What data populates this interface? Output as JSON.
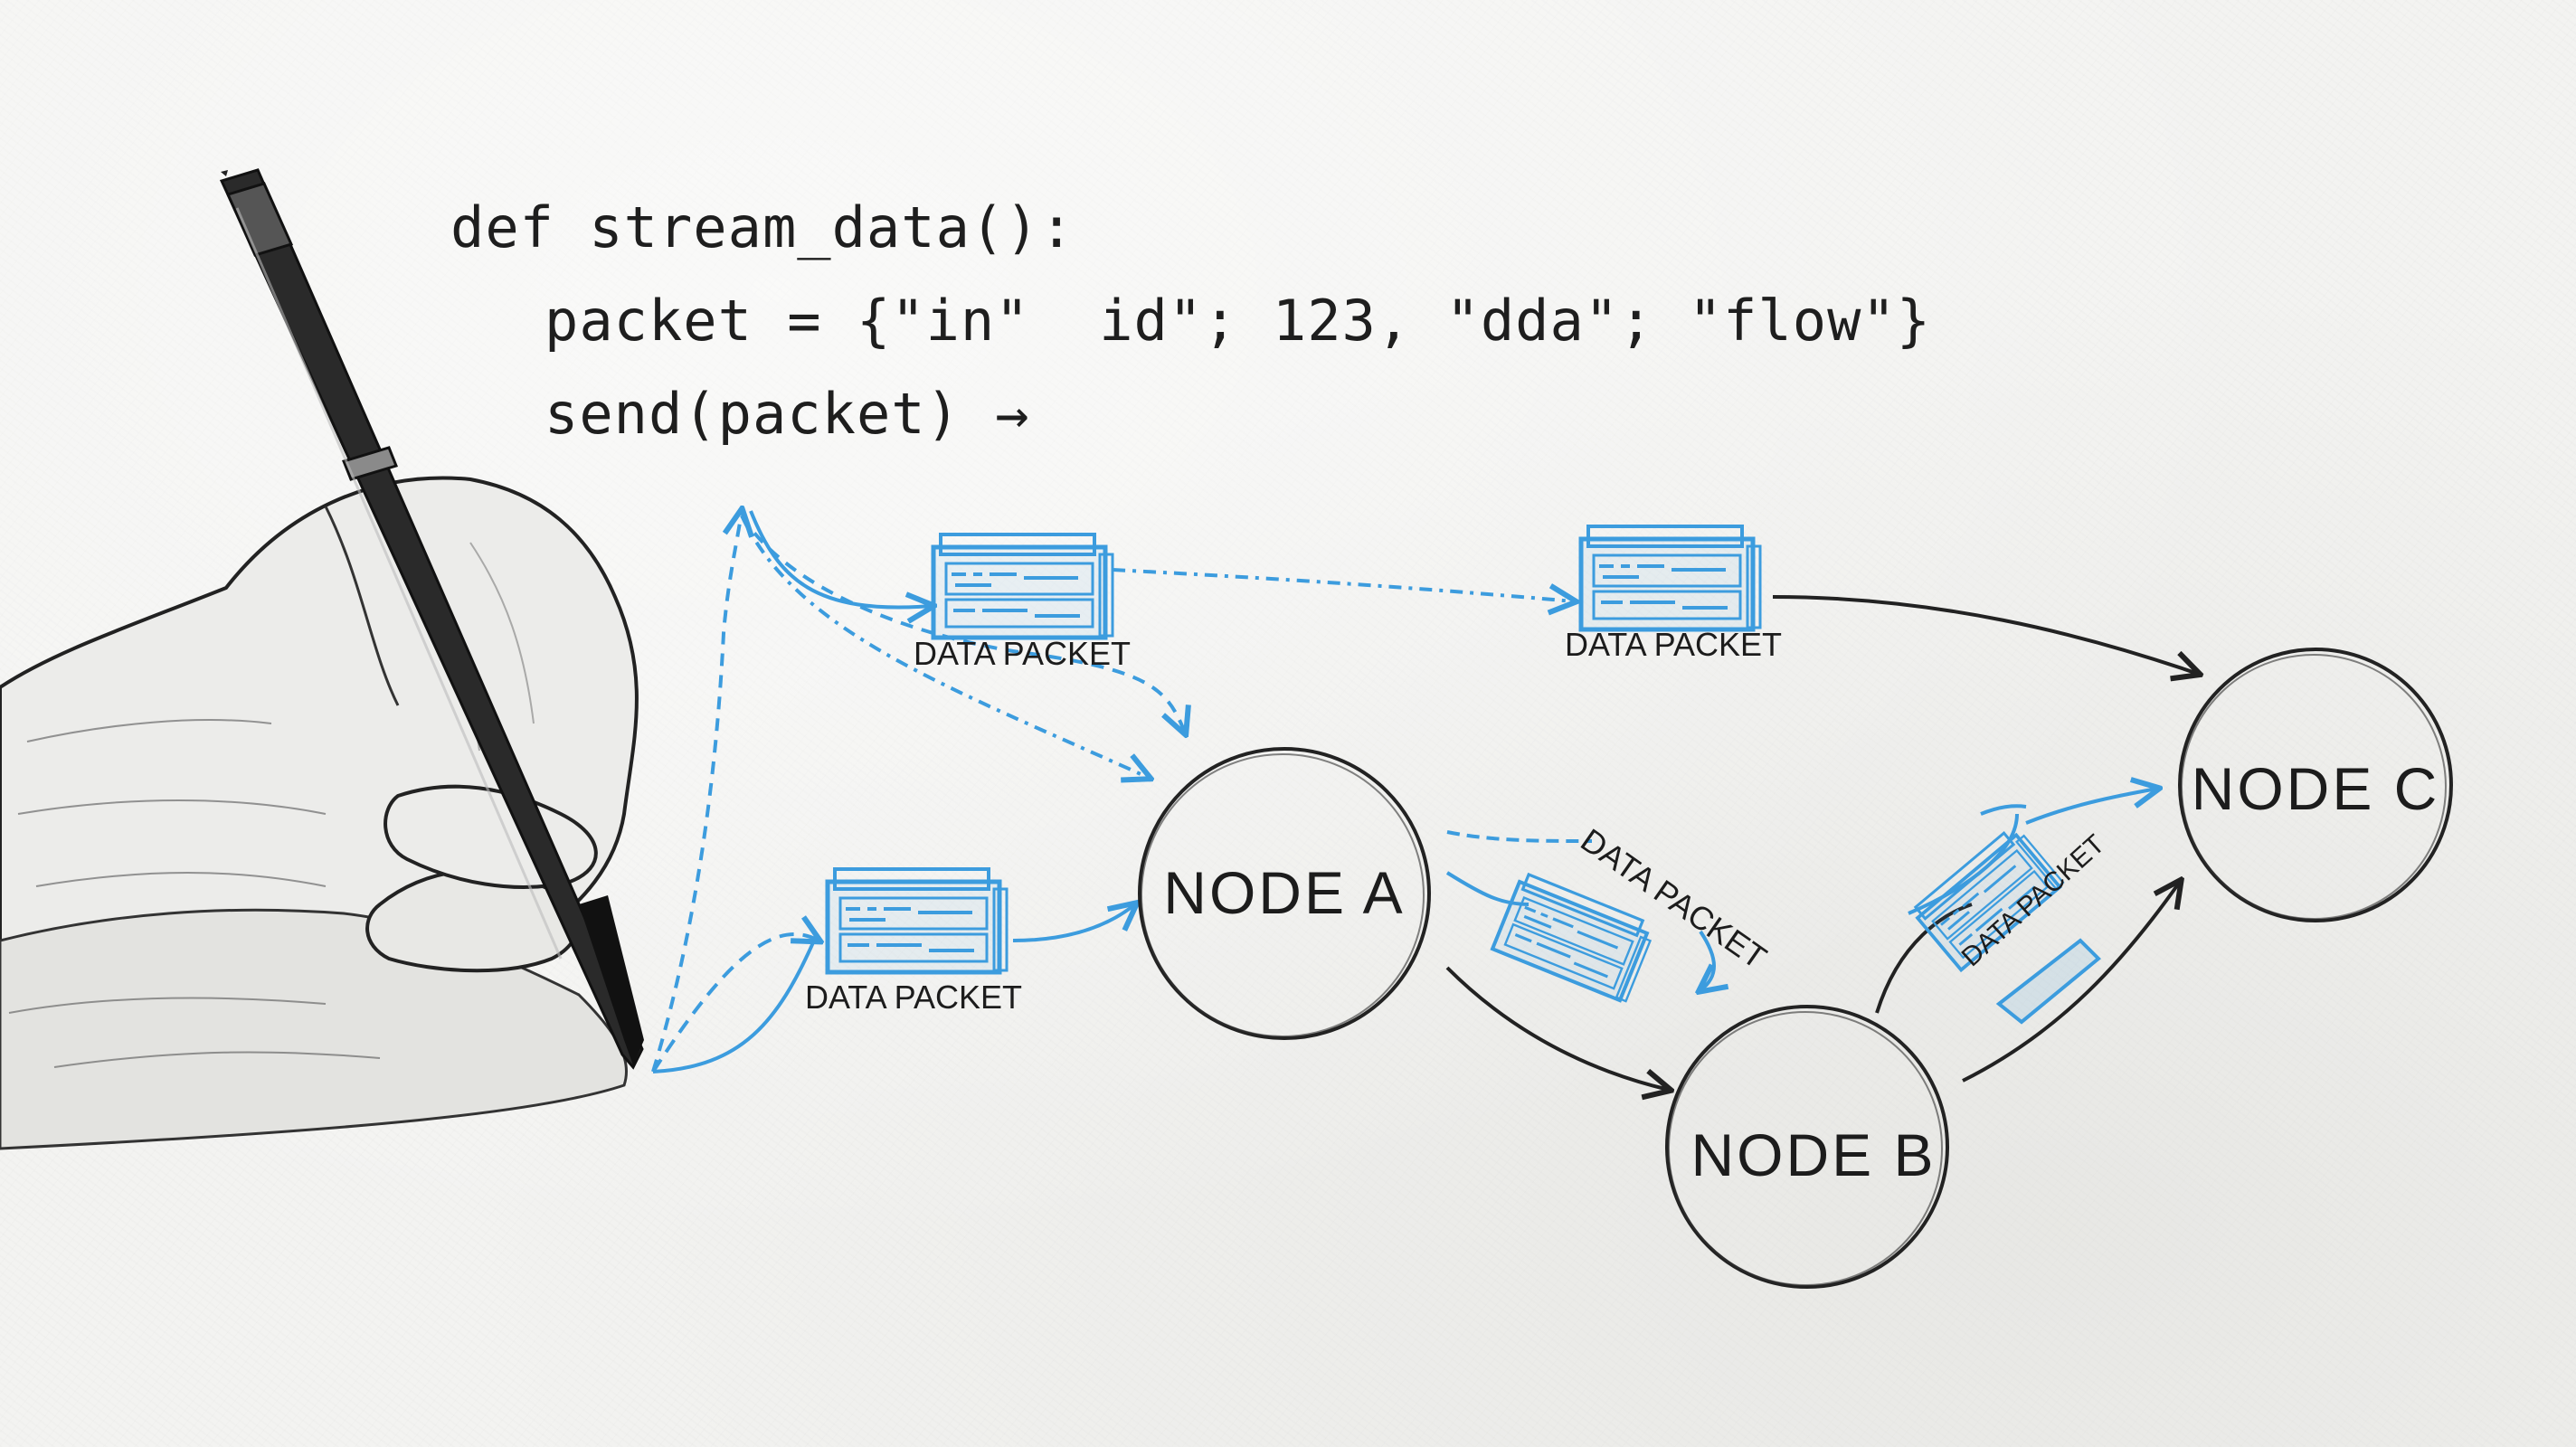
{
  "code": {
    "line1": "def stream_data():",
    "line2": "packet = {\"in\"  id\"; 123, \"dda\"; \"flow\"}",
    "line3": "send(packet) →"
  },
  "nodes": {
    "a": "NODE A",
    "b": "NODE B",
    "c": "NODE C"
  },
  "packets": {
    "top_left": "DATA PACKET",
    "top_right": "DATA PACKET",
    "lower_left": "DATA PACKET",
    "tilted_a_b": "DATA PACKET",
    "tilted_b_c": "DATA PACKET"
  },
  "colors": {
    "accent_blue": "#3c9cde",
    "ink": "#1e1e1e",
    "paper": "#f3f3f1"
  },
  "icons": [
    "pen-icon",
    "hand-illustration",
    "data-packet-icon",
    "arrow-icon"
  ]
}
